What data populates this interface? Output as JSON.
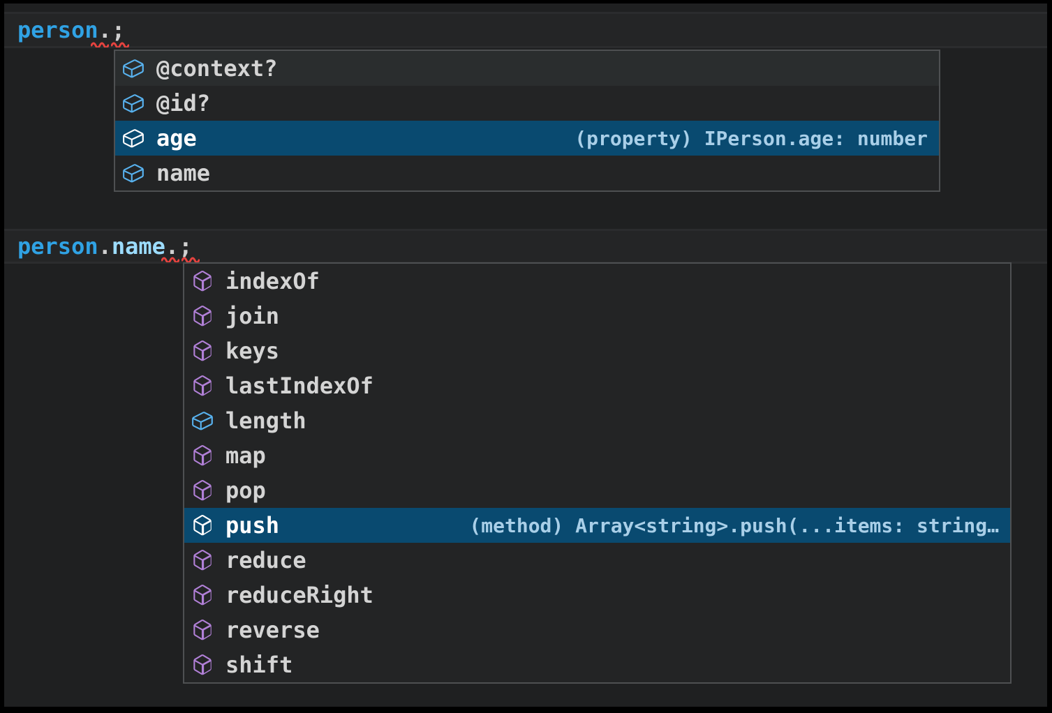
{
  "editor": {
    "line1": {
      "tokens": [
        {
          "text": "person"
        },
        {
          "text": "."
        },
        {
          "text": ";"
        }
      ]
    },
    "line2": {
      "tokens": [
        {
          "text": "person"
        },
        {
          "text": "."
        },
        {
          "text": "name"
        },
        {
          "text": "."
        },
        {
          "text": ";"
        }
      ]
    }
  },
  "suggest_person": {
    "items": [
      {
        "label": "@context?",
        "kind": "field"
      },
      {
        "label": "@id?",
        "kind": "field"
      },
      {
        "label": "age",
        "kind": "field",
        "detail": "(property) IPerson.age: number",
        "selected": true
      },
      {
        "label": "name",
        "kind": "field"
      }
    ]
  },
  "suggest_name": {
    "items": [
      {
        "label": "indexOf",
        "kind": "method"
      },
      {
        "label": "join",
        "kind": "method"
      },
      {
        "label": "keys",
        "kind": "method"
      },
      {
        "label": "lastIndexOf",
        "kind": "method"
      },
      {
        "label": "length",
        "kind": "field"
      },
      {
        "label": "map",
        "kind": "method"
      },
      {
        "label": "pop",
        "kind": "method"
      },
      {
        "label": "push",
        "kind": "method",
        "detail": "(method) Array<string>.push(...items: string…",
        "selected": true
      },
      {
        "label": "reduce",
        "kind": "method"
      },
      {
        "label": "reduceRight",
        "kind": "method"
      },
      {
        "label": "reverse",
        "kind": "method"
      },
      {
        "label": "shift",
        "kind": "method"
      }
    ]
  },
  "colors": {
    "editor_background": "#1F2021",
    "suggest_background": "#232425",
    "suggest_border": "#4E5052",
    "selected_row": "#094A70",
    "hover_row": "#2A2D2E",
    "field_icon": "#58B2EF",
    "method_icon": "#B180D7",
    "variable_blue": "#30A2E4",
    "property_blue": "#9CDCFE",
    "error_squiggle": "#E5433F"
  }
}
